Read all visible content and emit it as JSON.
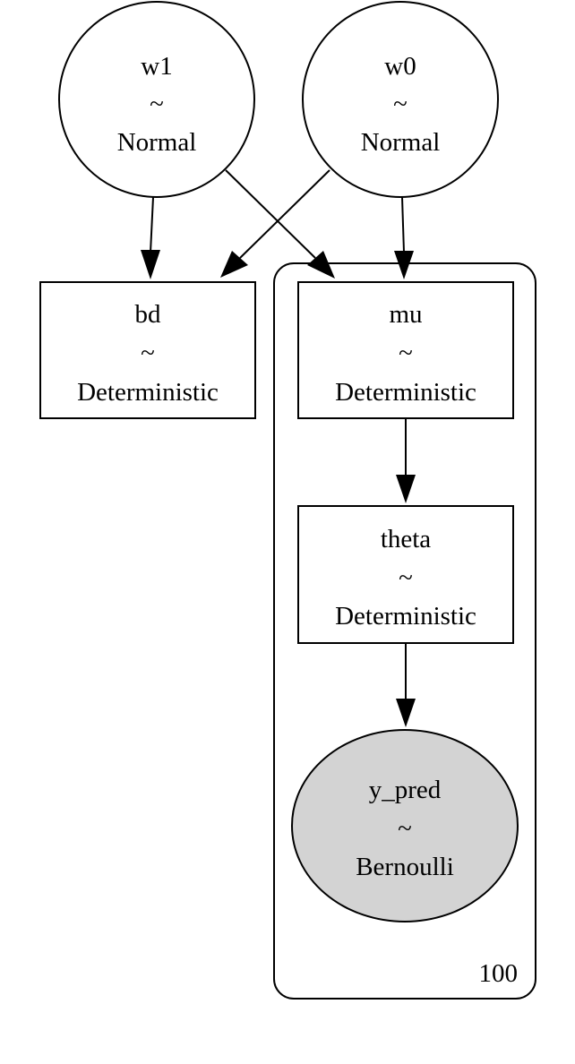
{
  "plate": {
    "label": "100"
  },
  "nodes": {
    "w1": {
      "name": "w1",
      "tilde": "~",
      "dist": "Normal"
    },
    "w0": {
      "name": "w0",
      "tilde": "~",
      "dist": "Normal"
    },
    "bd": {
      "name": "bd",
      "tilde": "~",
      "dist": "Deterministic"
    },
    "mu": {
      "name": "mu",
      "tilde": "~",
      "dist": "Deterministic"
    },
    "theta": {
      "name": "theta",
      "tilde": "~",
      "dist": "Deterministic"
    },
    "y_pred": {
      "name": "y_pred",
      "tilde": "~",
      "dist": "Bernoulli",
      "observed": true,
      "fill": "#d3d3d3"
    }
  },
  "edges": [
    {
      "from": "w1",
      "to": "bd"
    },
    {
      "from": "w1",
      "to": "mu"
    },
    {
      "from": "w0",
      "to": "bd"
    },
    {
      "from": "w0",
      "to": "mu"
    },
    {
      "from": "mu",
      "to": "theta"
    },
    {
      "from": "theta",
      "to": "y_pred"
    }
  ]
}
